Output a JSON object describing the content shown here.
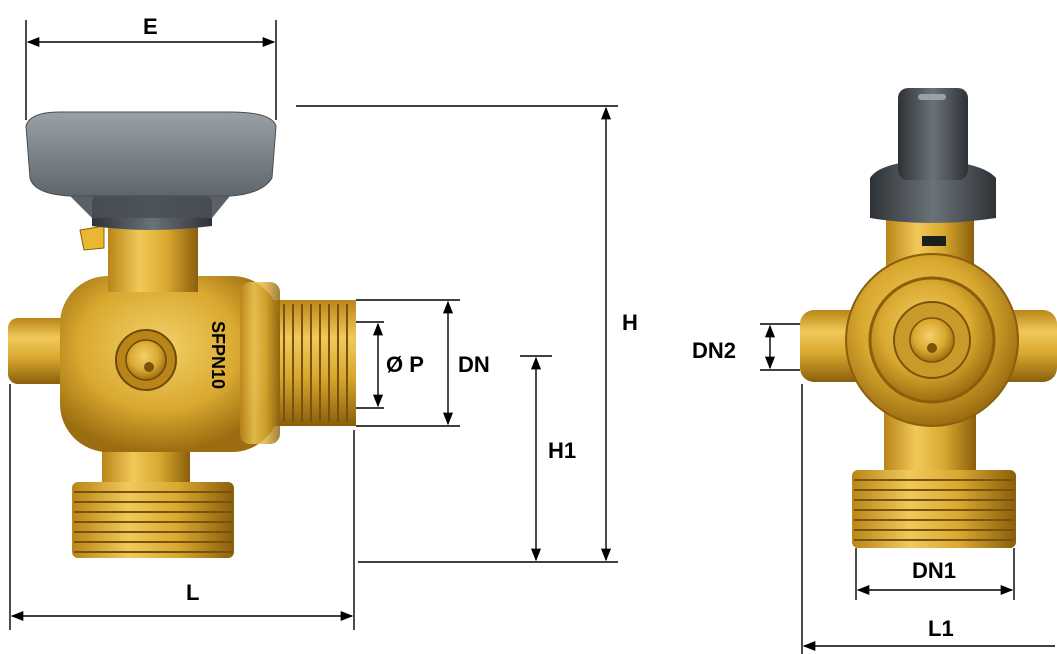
{
  "dimensions": {
    "E": "E",
    "H": "H",
    "H1": "H1",
    "L": "L",
    "DN": "DN",
    "P": "Ø P",
    "DN1": "DN1",
    "DN2": "DN2",
    "L1": "L1"
  },
  "body_marking": "SFPN10",
  "colors": {
    "brass": "#d9a930",
    "brass_dark": "#9c6d10",
    "brass_light": "#f3d169",
    "handle": "#7d858c",
    "handle_dark": "#3b4045",
    "dimension_line": "#000000"
  }
}
